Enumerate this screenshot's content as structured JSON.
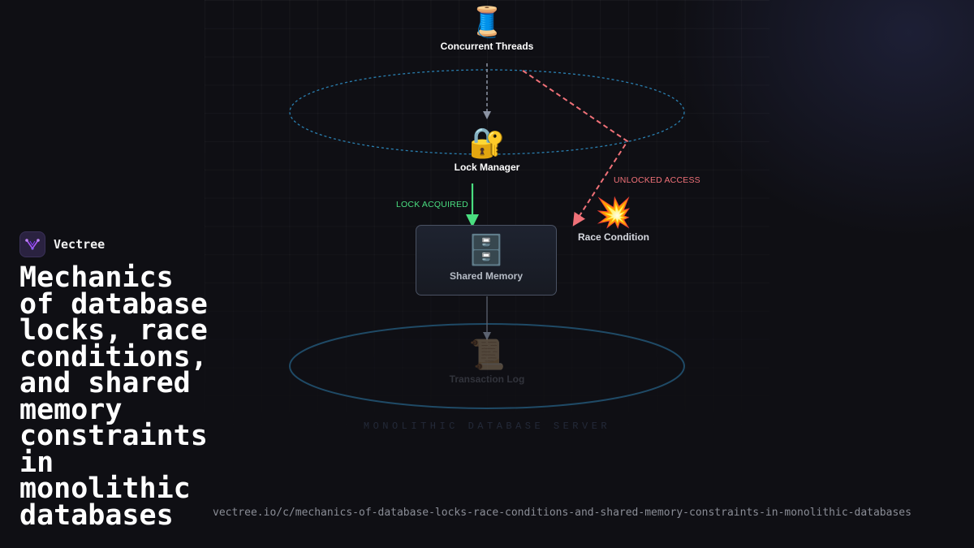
{
  "brand": {
    "name": "Vectree",
    "logo_icon": "vectree-logo-icon"
  },
  "title": "Mechanics of database locks, race conditions, and shared memory constraints in monolithic databases",
  "url": "vectree.io/c/mechanics-of-database-locks-race-conditions-and-shared-memory-constraints-in-monolithic-databases",
  "diagram": {
    "container_label": "MONOLITHIC DATABASE SERVER",
    "nodes": {
      "threads": {
        "label": "Concurrent Threads",
        "icon": "🧵"
      },
      "lock": {
        "label": "Lock Manager",
        "icon": "🔐"
      },
      "memory": {
        "label": "Shared Memory",
        "icon": "🗄️"
      },
      "race": {
        "label": "Race Condition",
        "icon": "💥"
      },
      "log": {
        "label": "Transaction Log",
        "icon": "📜"
      }
    },
    "edges": {
      "lock_acquired": "LOCK ACQUIRED",
      "unlocked_access": "UNLOCKED ACCESS"
    },
    "colors": {
      "accent_green": "#4ade80",
      "accent_red": "#f07178",
      "cylinder_blue": "#2a8fc0",
      "dashed_gray": "#8b93a3"
    }
  }
}
